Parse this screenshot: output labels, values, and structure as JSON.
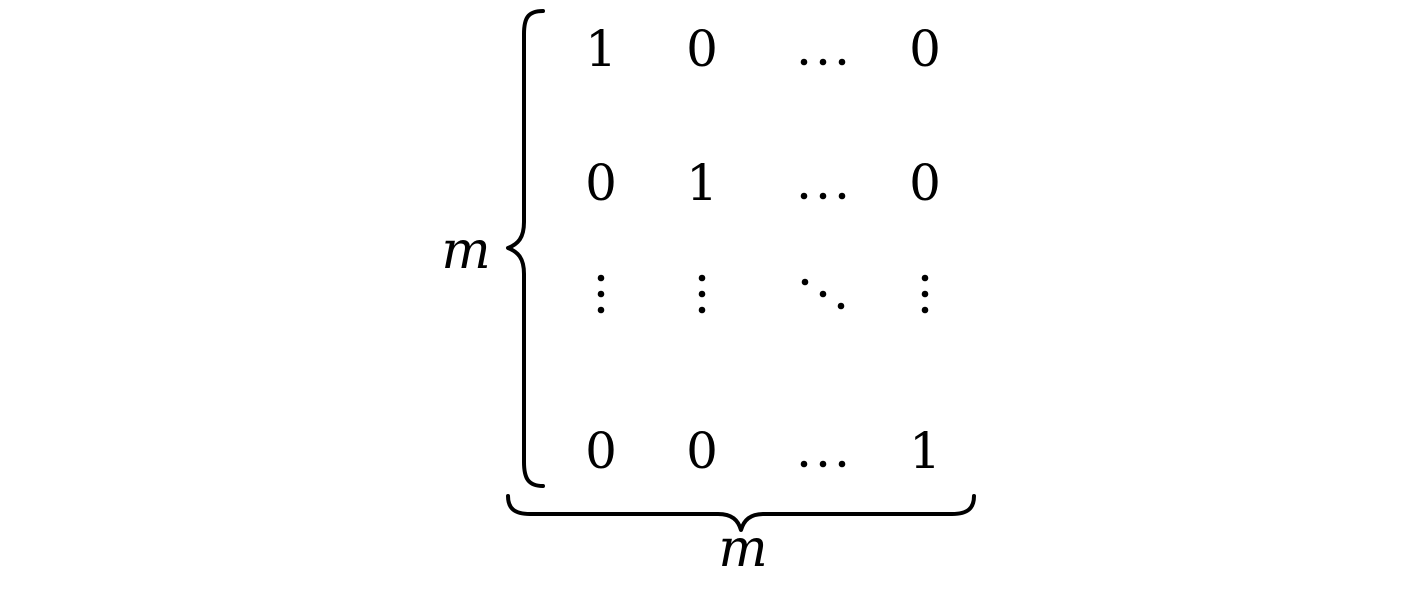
{
  "matrix": {
    "rows": [
      [
        "1",
        "0",
        "…",
        "0"
      ],
      [
        "0",
        "1",
        "…",
        "0"
      ],
      [
        "⋮",
        "⋮",
        "⋱",
        "⋮"
      ],
      [
        "0",
        "0",
        "…",
        "1"
      ]
    ]
  },
  "labels": {
    "rows_label": "m",
    "cols_label": "m"
  }
}
